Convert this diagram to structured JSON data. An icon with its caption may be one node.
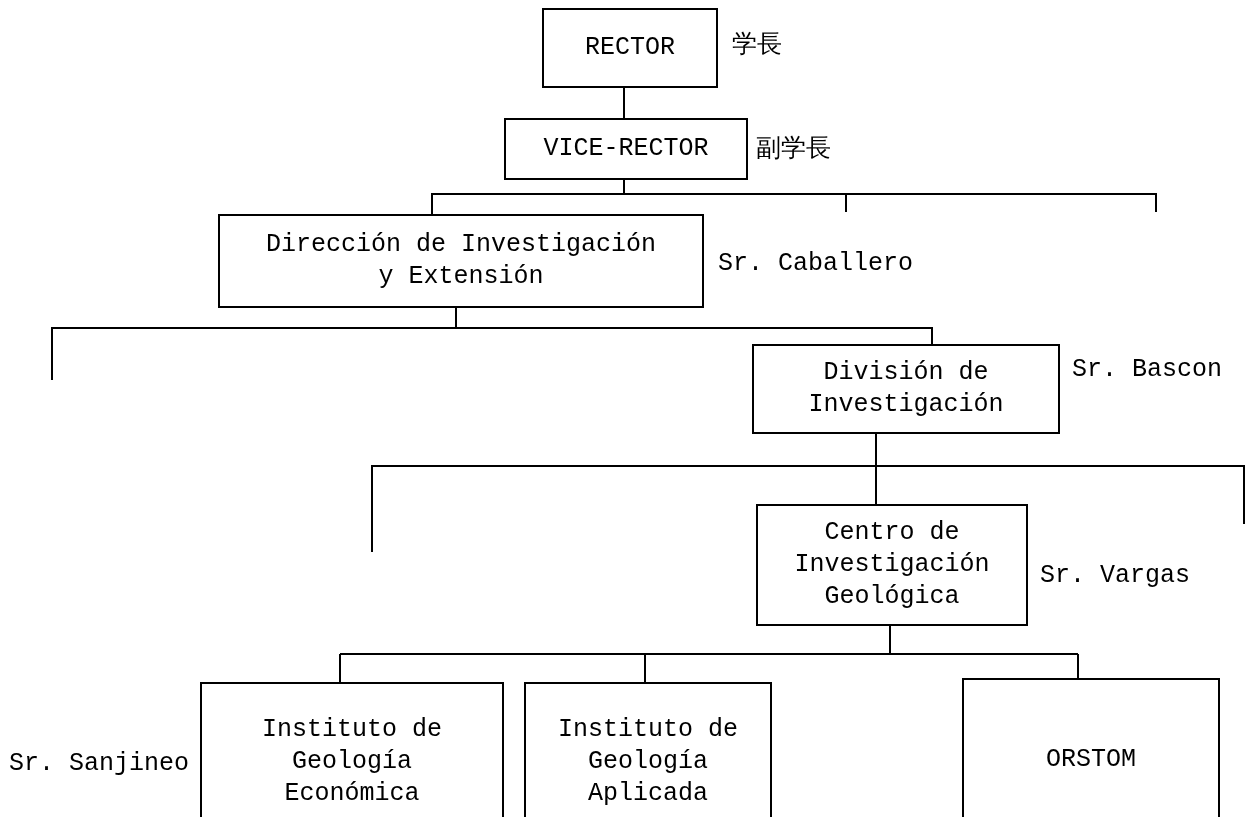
{
  "diagram": {
    "nodes": [
      {
        "text": [
          "RECTOR"
        ],
        "beside": [
          "学長"
        ]
      },
      {
        "text": [
          "VICE-RECTOR"
        ],
        "beside": [
          "副学長"
        ]
      },
      {
        "text": [
          "Dirección de Investigación y Extensión"
        ],
        "beside": [
          "Sr. Caballero"
        ]
      },
      {
        "text": [
          "División de Investigación"
        ],
        "beside": [
          "Sr. Bascon"
        ]
      },
      {
        "text": [
          "Centro de Investigación Geológica"
        ],
        "beside": [
          "Sr. Vargas"
        ]
      },
      {
        "text": [
          "Instituto de Geología Económica"
        ],
        "beside": [
          "Sr. Sanjineo"
        ]
      },
      {
        "text": [
          "Instituto de Geología Aplicada"
        ]
      },
      {
        "text": [
          "ORSTOM"
        ]
      }
    ],
    "edges": [
      {
        "from": 0,
        "to": 1,
        "arrow": "none"
      },
      {
        "from": 1,
        "to": 2,
        "arrow": "none"
      },
      {
        "from": 1,
        "to": null,
        "arrow": "none"
      },
      {
        "from": 1,
        "to": null,
        "arrow": "none"
      },
      {
        "from": 2,
        "to": null,
        "arrow": "none"
      },
      {
        "from": 2,
        "to": 3,
        "arrow": "none"
      },
      {
        "from": 3,
        "to": null,
        "arrow": "none"
      },
      {
        "from": 3,
        "to": 4,
        "arrow": "none"
      },
      {
        "from": 3,
        "to": null,
        "arrow": "none"
      },
      {
        "from": 4,
        "to": 5,
        "arrow": "none"
      },
      {
        "from": 4,
        "to": 6,
        "arrow": "none"
      },
      {
        "from": 4,
        "to": 7,
        "arrow": "none"
      }
    ]
  }
}
